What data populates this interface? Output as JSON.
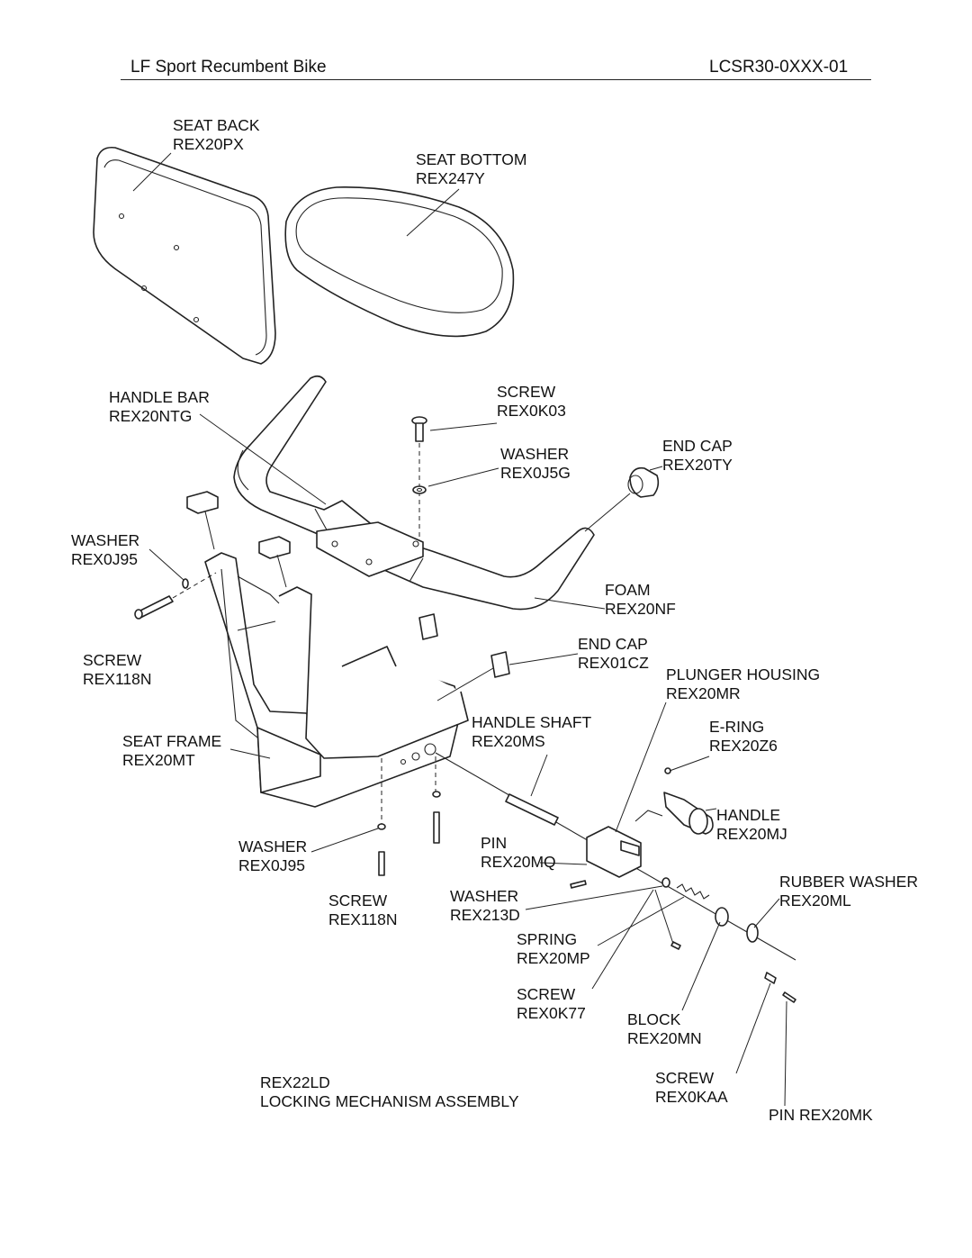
{
  "header": {
    "title": "LF Sport Recumbent Bike",
    "doc_id": "LCSR30-0XXX-01"
  },
  "labels": {
    "seat_back": {
      "name": "SEAT BACK",
      "code": "REX20PX"
    },
    "seat_bottom": {
      "name": "SEAT BOTTOM",
      "code": "REX247Y"
    },
    "handle_bar": {
      "name": "HANDLE BAR",
      "code": "REX20NTG"
    },
    "screw_top": {
      "name": "SCREW",
      "code": "REX0K03"
    },
    "washer_top": {
      "name": "WASHER",
      "code": "REX0J5G"
    },
    "end_cap_top": {
      "name": "END CAP",
      "code": "REX20TY"
    },
    "washer_left": {
      "name": "WASHER",
      "code": "REX0J95"
    },
    "foam": {
      "name": "FOAM",
      "code": "REX20NF"
    },
    "screw_left": {
      "name": "SCREW",
      "code": "REX118N"
    },
    "end_cap_mid": {
      "name": "END CAP",
      "code": "REX01CZ"
    },
    "plunger_housing": {
      "name": "PLUNGER HOUSING",
      "code": "REX20MR"
    },
    "handle_shaft": {
      "name": "HANDLE SHAFT",
      "code": "REX20MS"
    },
    "seat_frame": {
      "name": "SEAT FRAME",
      "code": "REX20MT"
    },
    "e_ring": {
      "name": "E-RING",
      "code": "REX20Z6"
    },
    "handle": {
      "name": "HANDLE",
      "code": "REX20MJ"
    },
    "washer_bottom": {
      "name": "WASHER",
      "code": "REX0J95"
    },
    "pin_mq": {
      "name": "PIN",
      "code": "REX20MQ"
    },
    "rubber_washer": {
      "name": "RUBBER WASHER",
      "code": "REX20ML"
    },
    "screw_bottom": {
      "name": "SCREW",
      "code": "REX118N"
    },
    "washer_213d": {
      "name": "WASHER",
      "code": "REX213D"
    },
    "spring": {
      "name": "SPRING",
      "code": "REX20MP"
    },
    "screw_k77": {
      "name": "SCREW",
      "code": "REX0K77"
    },
    "block": {
      "name": "BLOCK",
      "code": "REX20MN"
    },
    "assembly": {
      "name": "REX22LD",
      "code": "LOCKING MECHANISM ASSEMBLY"
    },
    "screw_kaa": {
      "name": "SCREW",
      "code": "REX0KAA"
    },
    "pin_mk": {
      "name": "PIN REX20MK"
    }
  }
}
